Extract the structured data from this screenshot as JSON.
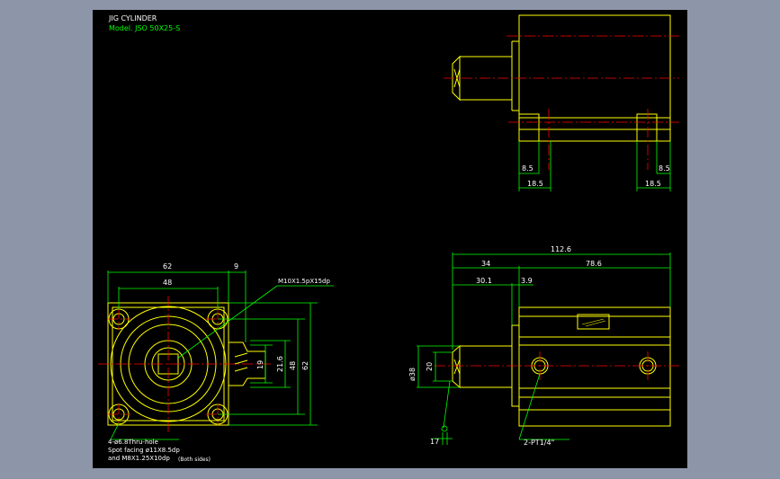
{
  "title": {
    "name": "JIG CYLINDER",
    "model": "Model. JSO 50X25-S"
  },
  "dimensions": {
    "side_top_left": "8.5",
    "side_top_right": "8.5",
    "side_bottom_left": "18.5",
    "side_bottom_right": "18.5",
    "front_width_outer": "62",
    "front_width_inner": "48",
    "front_offset": "9",
    "front_h_19": "19",
    "front_h_216": "21.6",
    "front_h_48": "48",
    "front_h_62": "62",
    "thread_callout": "M10X1.5pX15dp",
    "total_length": "112.6",
    "len_34": "34",
    "len_786": "78.6",
    "len_301": "30.1",
    "len_39": "3.9",
    "rod_diameter": "ø38",
    "rod_20": "20",
    "rod_17": "17",
    "port_callout": "2-PT1/4\""
  },
  "notes": {
    "line1": "4-ø6.8Thru-hole",
    "line2": "Spot facing  ø11X8.5dp",
    "line3": "and M8X1.25X10dp",
    "line4": "(Both sides)"
  },
  "colors": {
    "background": "#000000",
    "frame": "#8d96a8",
    "outline": "#ffff00",
    "center_line": "#ff0000",
    "dimension": "#00ff00",
    "text": "#ffffff"
  }
}
